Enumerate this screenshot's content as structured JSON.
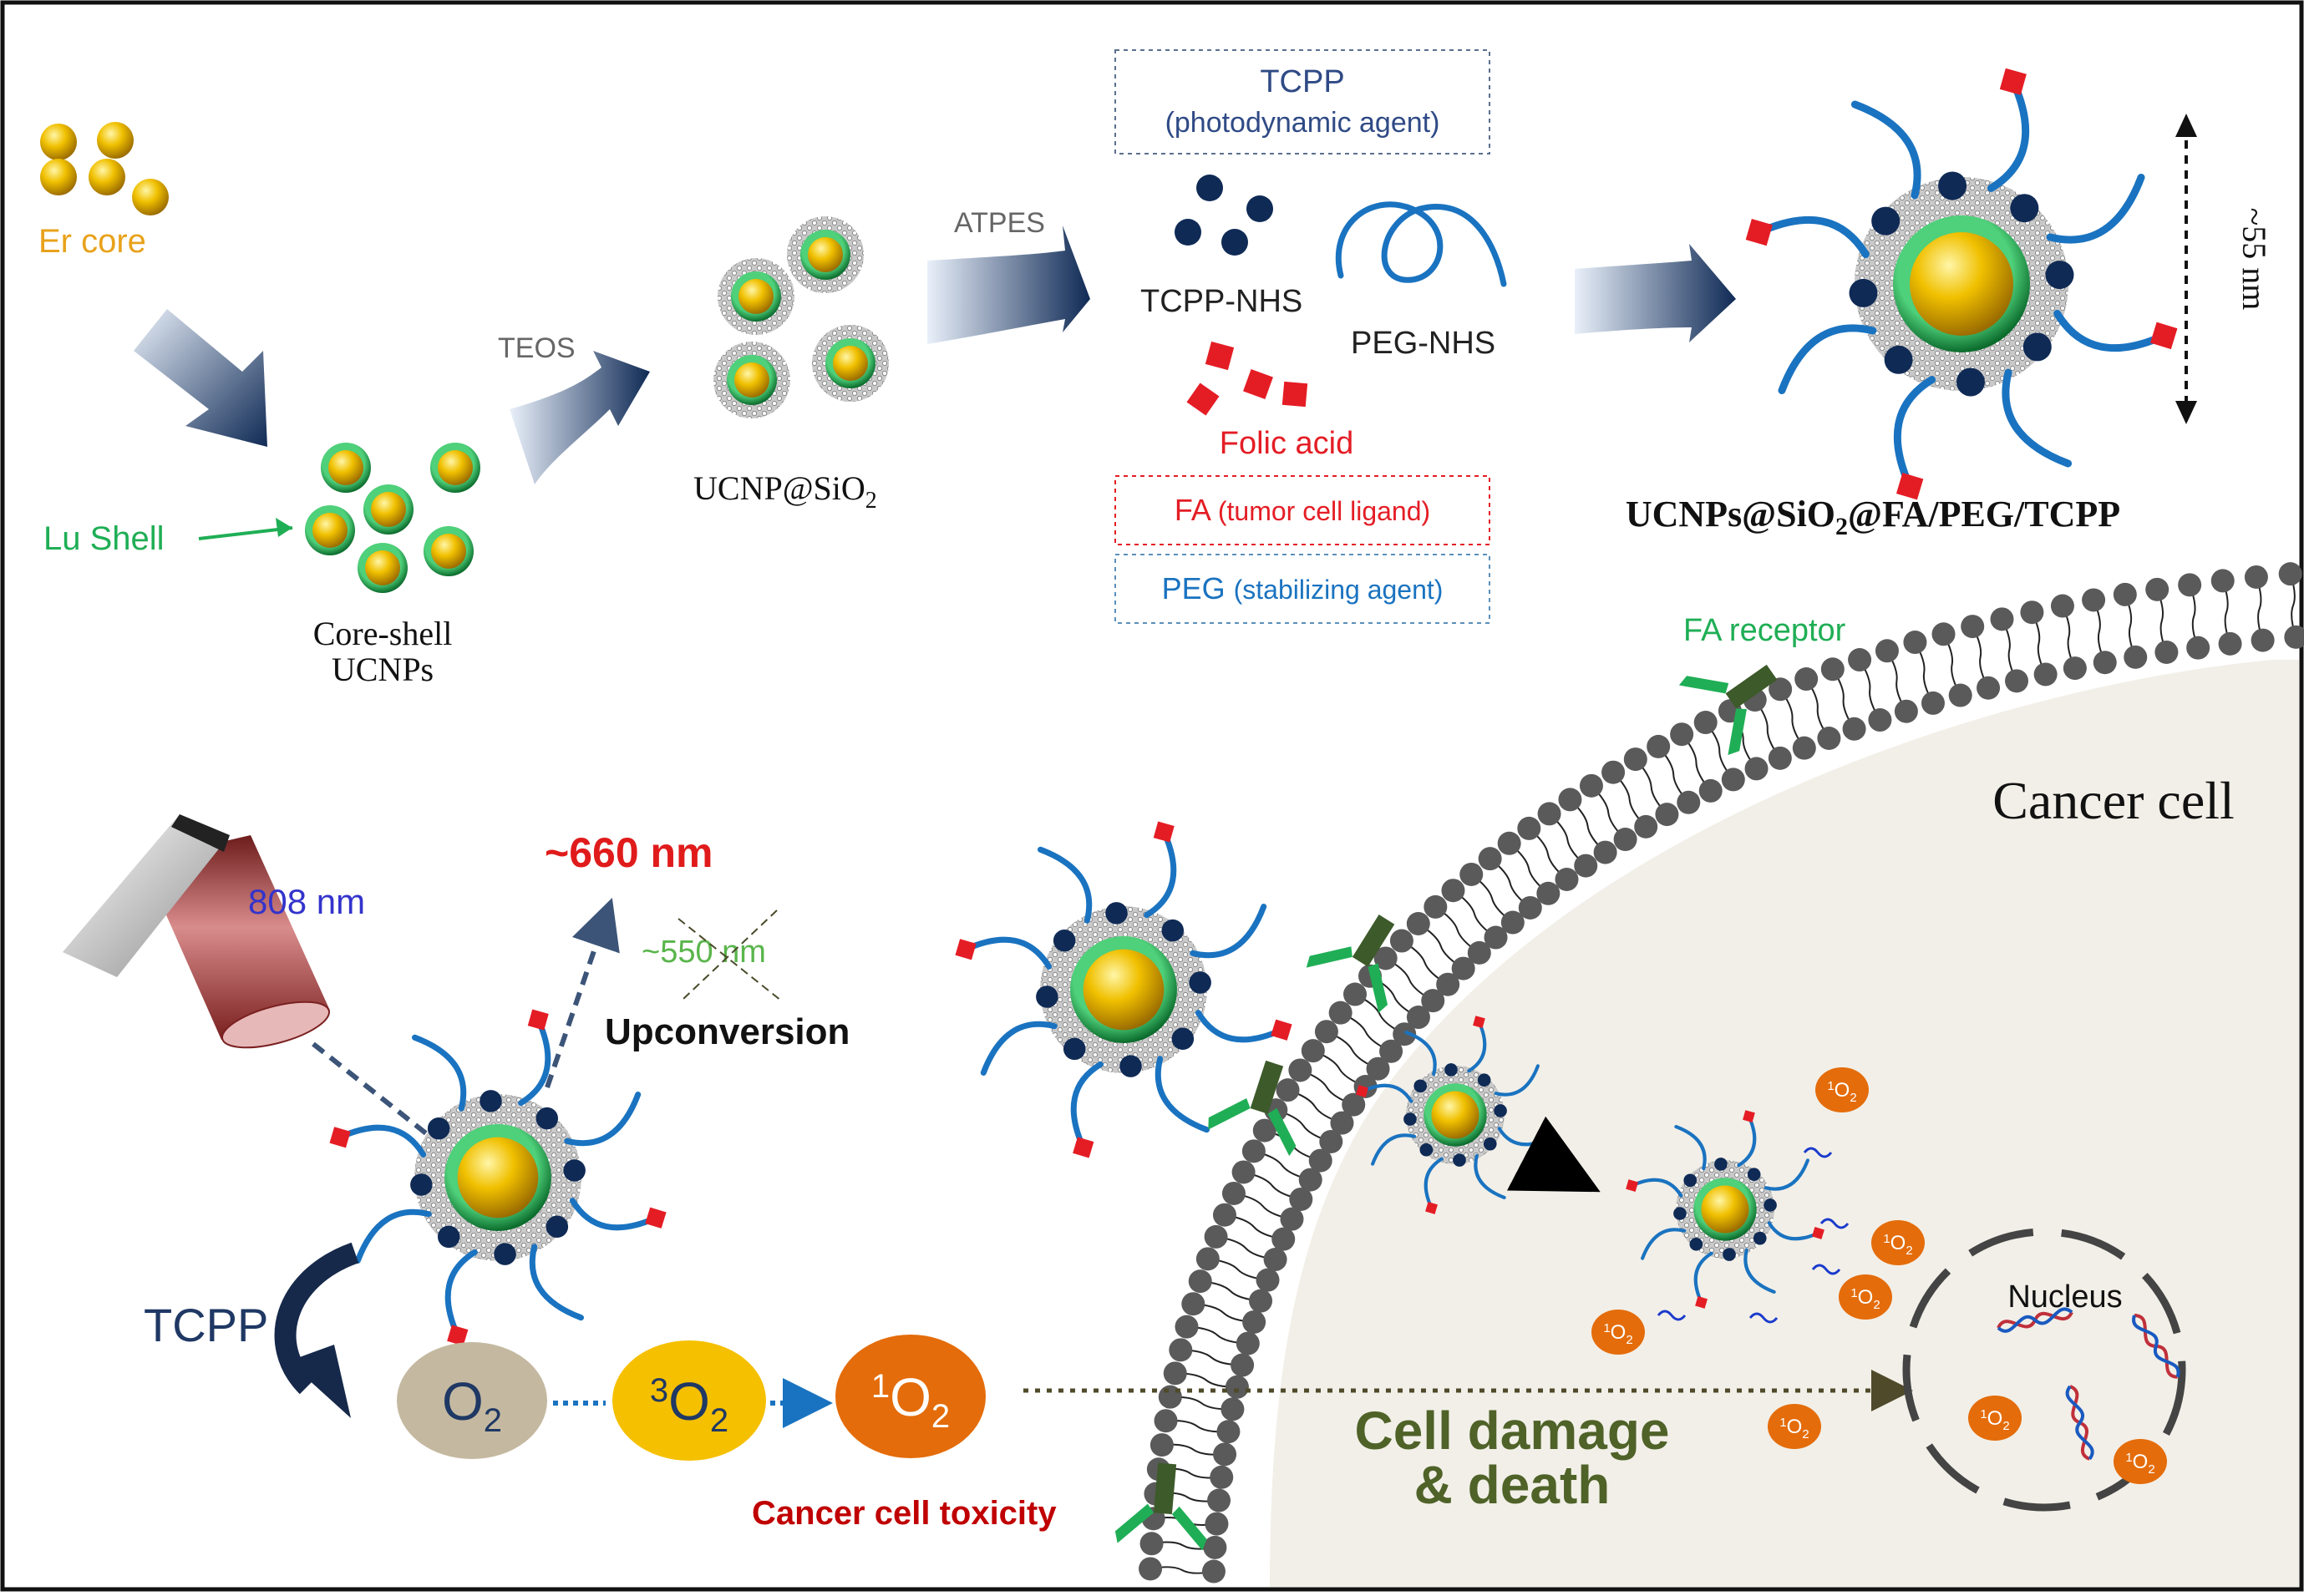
{
  "top": {
    "er_core": "Er core",
    "lu_shell": "Lu Shell",
    "core_shell_line1": "Core-shell",
    "core_shell_line2": "UCNPs",
    "teos": "TEOS",
    "ucnp_sio2_base": "UCNP@SiO",
    "ucnp_sio2_sub": "2",
    "atpes": "ATPES",
    "tcpp_box_title": "TCPP",
    "tcpp_box_desc": "(photodynamic agent)",
    "tcpp_nhs": "TCPP-NHS",
    "peg_nhs": "PEG-NHS",
    "folic_acid": "Folic acid",
    "fa_box_main": "FA",
    "fa_box_desc": "(tumor cell ligand)",
    "peg_box_main": "PEG",
    "peg_box_desc": "(stabilizing agent)",
    "size": "~55 nm",
    "final_a": "UCNPs@SiO",
    "final_sub": "2",
    "final_b": "@FA/PEG/TCPP"
  },
  "bottom": {
    "laser": "808 nm",
    "emission_660": "~660 nm",
    "emission_550": "~550 nm",
    "upconversion": "Upconversion",
    "tcpp": "TCPP",
    "o2": "O",
    "o2_sub": "2",
    "triplet_sup": "3",
    "triplet_base": "O",
    "triplet_sub": "2",
    "singlet_sup": "1",
    "singlet_base": "O",
    "singlet_sub": "2",
    "toxicity": "Cancer cell toxicity",
    "fa_receptor": "FA receptor",
    "cancer_cell": "Cancer cell",
    "damage_line1": "Cell damage",
    "damage_line2": "& death",
    "nucleus": "Nucleus",
    "ro_sup": "1",
    "ro_base": "O",
    "ro_sub": "2"
  },
  "colors": {
    "gold": "#e8b600",
    "shell_green": "#1f9c4a",
    "navy": "#0f2a55",
    "peg_blue": "#1a73c0",
    "fa_red": "#e41d25",
    "orange": "#e46c0a",
    "lu_green": "#1fae55",
    "er_orange": "#e8a21b",
    "tcpp_text": "#2f4a85",
    "laser_blue": "#3333cc",
    "emission_red": "#e01b1b",
    "toxicity_red": "#c00000",
    "damage_green": "#4f6228",
    "membrane_gray": "#5a5a5a",
    "cytoplasm": "#f2efe8"
  },
  "icons": [
    "laser-icon",
    "nanoparticle-icon",
    "arrow-icon",
    "dna-icon",
    "receptor-icon",
    "singlet-oxygen-icon"
  ]
}
